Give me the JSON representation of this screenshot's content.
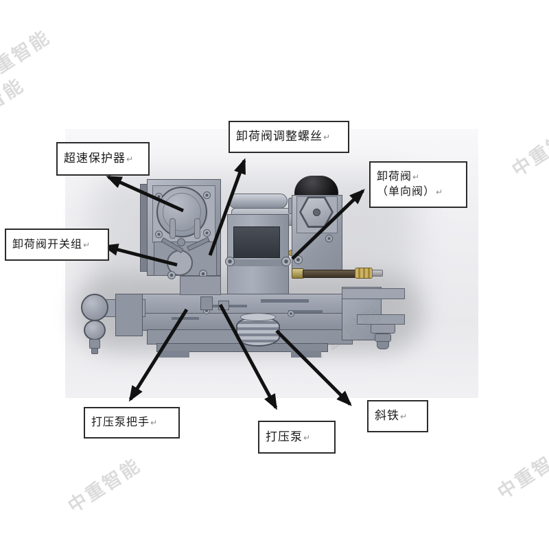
{
  "page": {
    "background": "#ffffff"
  },
  "watermark": {
    "text": "中重智能",
    "color": "#8c8c8c"
  },
  "annotations": {
    "return_mark": "↵",
    "arrow_color": "#111111",
    "label_border_color": "#2b2b2b",
    "labels": [
      {
        "id": "overspeed_protector",
        "lines": [
          "超速保护器"
        ]
      },
      {
        "id": "unload_valve_adjust_screw",
        "lines": [
          "卸荷阀调整螺丝"
        ]
      },
      {
        "id": "unload_valve_check_valve",
        "lines": [
          "卸荷阀",
          "（单向阀）"
        ]
      },
      {
        "id": "unload_valve_switch_group",
        "lines": [
          "卸荷阀开关组"
        ]
      },
      {
        "id": "pressure_pump_handle",
        "lines": [
          "打压泵把手"
        ]
      },
      {
        "id": "pressure_pump",
        "lines": [
          "打压泵"
        ]
      },
      {
        "id": "wedge_iron",
        "lines": [
          "斜铁"
        ]
      }
    ]
  },
  "machine": {
    "body_color": "#a4a9b5",
    "edge_color": "#565b65",
    "dark_panel_color": "#33363d",
    "dome_color": "#141416",
    "rod_brass_color": "#b89a4e",
    "rod_dark_color": "#4a3f33"
  }
}
